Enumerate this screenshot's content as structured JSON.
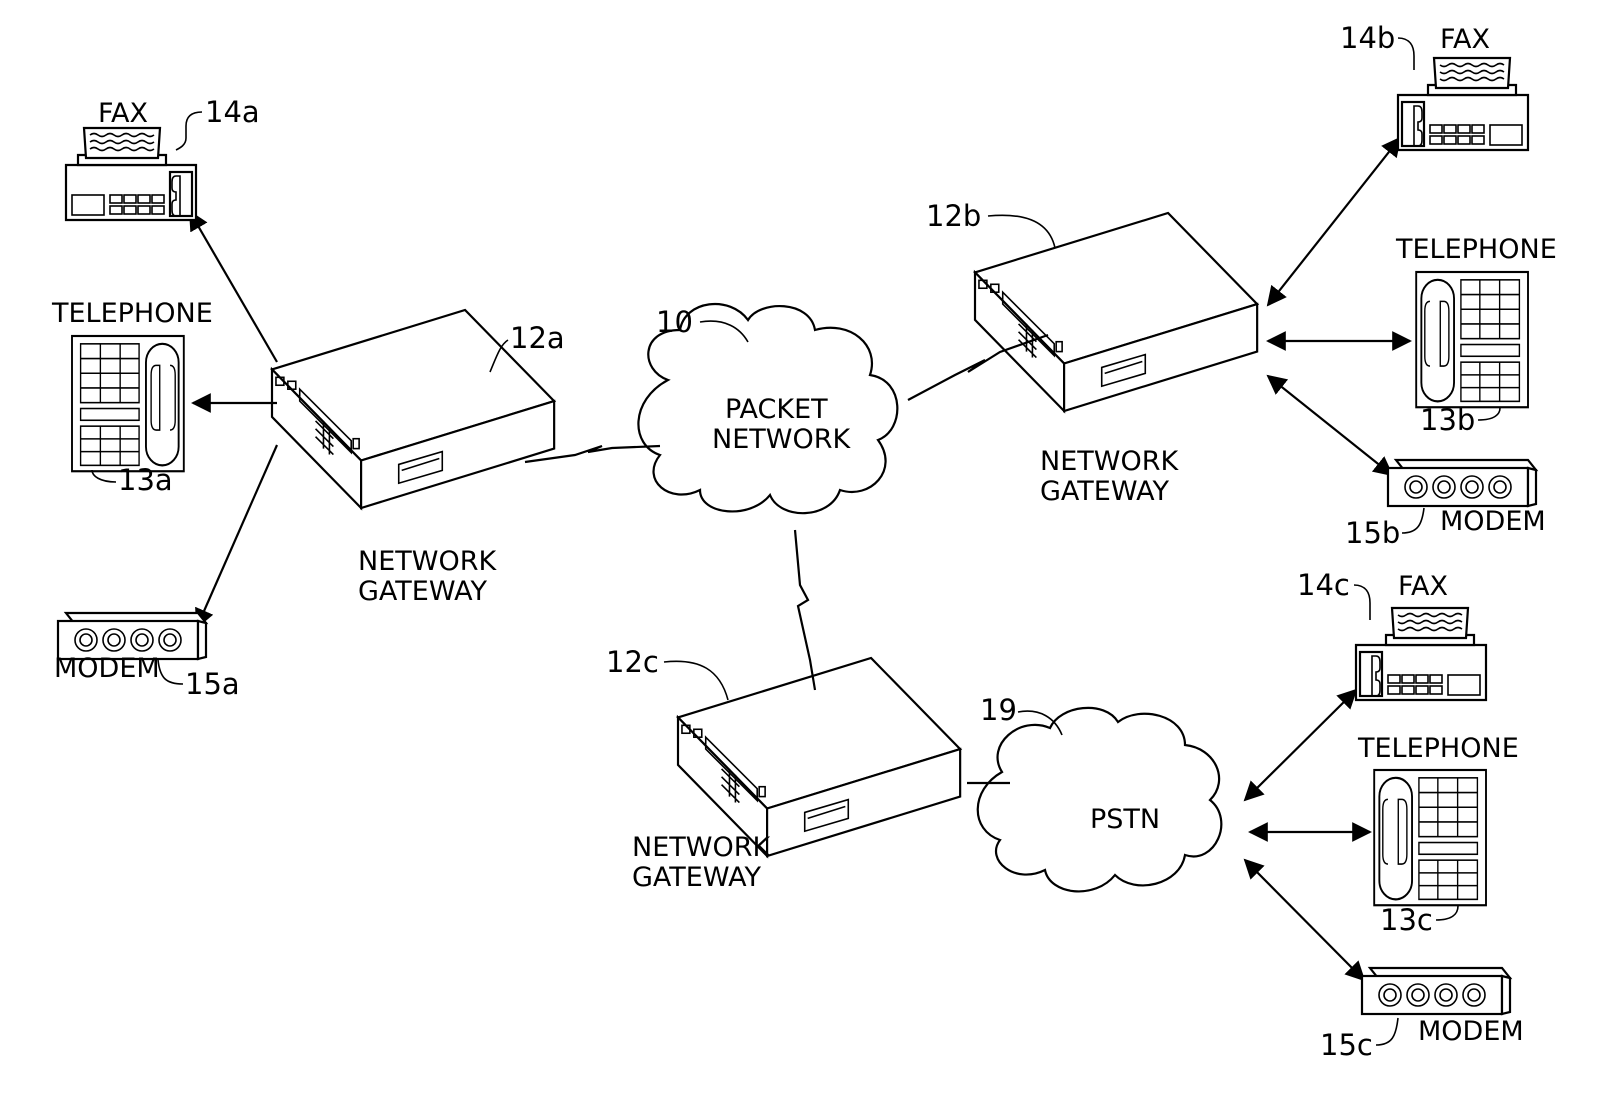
{
  "cloud_packet": {
    "ref": "10",
    "line1": "PACKET",
    "line2": "NETWORK"
  },
  "cloud_pstn": {
    "ref": "19",
    "label": "PSTN"
  },
  "gateway_a": {
    "ref": "12a",
    "line1": "NETWORK",
    "line2": "GATEWAY"
  },
  "gateway_b": {
    "ref": "12b",
    "line1": "NETWORK",
    "line2": "GATEWAY"
  },
  "gateway_c": {
    "ref": "12c",
    "line1": "NETWORK",
    "line2": "GATEWAY"
  },
  "fax_a": {
    "label": "FAX",
    "ref": "14a",
    "icon": "fax-icon"
  },
  "fax_b": {
    "label": "FAX",
    "ref": "14b",
    "icon": "fax-icon"
  },
  "fax_c": {
    "label": "FAX",
    "ref": "14c",
    "icon": "fax-icon"
  },
  "phone_a": {
    "label": "TELEPHONE",
    "ref": "13a",
    "icon": "telephone-icon"
  },
  "phone_b": {
    "label": "TELEPHONE",
    "ref": "13b",
    "icon": "telephone-icon"
  },
  "phone_c": {
    "label": "TELEPHONE",
    "ref": "13c",
    "icon": "telephone-icon"
  },
  "modem_a": {
    "label": "MODEM",
    "ref": "15a",
    "icon": "modem-icon"
  },
  "modem_b": {
    "label": "MODEM",
    "ref": "15b",
    "icon": "modem-icon"
  },
  "modem_c": {
    "label": "MODEM",
    "ref": "15c",
    "icon": "modem-icon"
  }
}
